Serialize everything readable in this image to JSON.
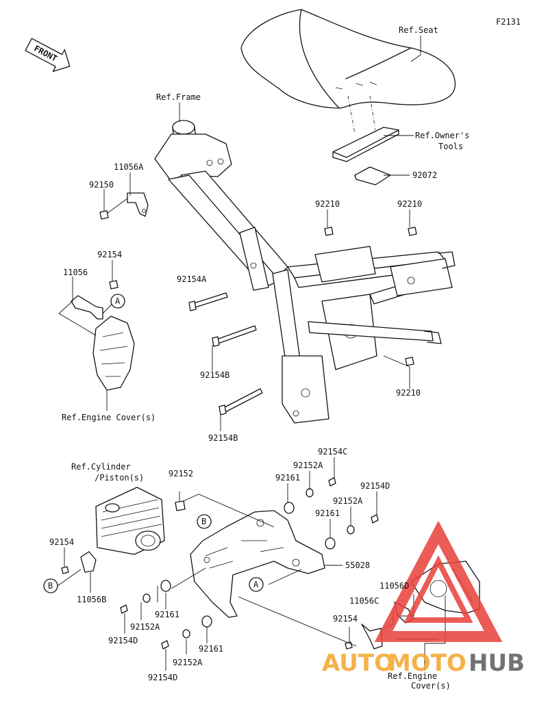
{
  "diagram_code": "F2131",
  "front_label": "FRONT",
  "refs": {
    "seat": "Ref.Seat",
    "frame": "Ref.Frame",
    "owners_tools_1": "Ref.Owner's",
    "owners_tools_2": "Tools",
    "engine_cover_top": "Ref.Engine Cover(s)",
    "cylinder_1": "Ref.Cylinder",
    "cylinder_2": "/Piston(s)",
    "engine_cover_bottom_1": "Ref.Engine",
    "engine_cover_bottom_2": "Cover(s)"
  },
  "callouts": {
    "a": "A",
    "b": "B"
  },
  "parts": {
    "p92072": "92072",
    "p11056A": "11056A",
    "p92150": "92150",
    "p92210_left": "92210",
    "p92210_right": "92210",
    "p92210_lower": "92210",
    "p92154_top": "92154",
    "p11056": "11056",
    "p92154A": "92154A",
    "p92154B_1": "92154B",
    "p92154B_2": "92154B",
    "p92154C": "92154C",
    "p92152A_1": "92152A",
    "p92161_1": "92161",
    "p92154D_1": "92154D",
    "p92152A_2": "92152A",
    "p92161_2": "92161",
    "p92152": "92152",
    "p55028": "55028",
    "p92154_left": "92154",
    "p11056B": "11056B",
    "p92161_3": "92161",
    "p92152A_3": "92152A",
    "p92154D_2": "92154D",
    "p92161_4": "92161",
    "p92152A_4": "92152A",
    "p92154D_3": "92154D",
    "p11056D": "11056D",
    "p11056C": "11056C",
    "p92154_right": "92154"
  },
  "watermark": {
    "auto": "AUTO",
    "moto": "MOTO",
    "hub": "HUB"
  },
  "colors": {
    "watermark_red": "#e8403a",
    "watermark_orange": "#f4a52a",
    "watermark_grey": "#5a5a5a"
  }
}
